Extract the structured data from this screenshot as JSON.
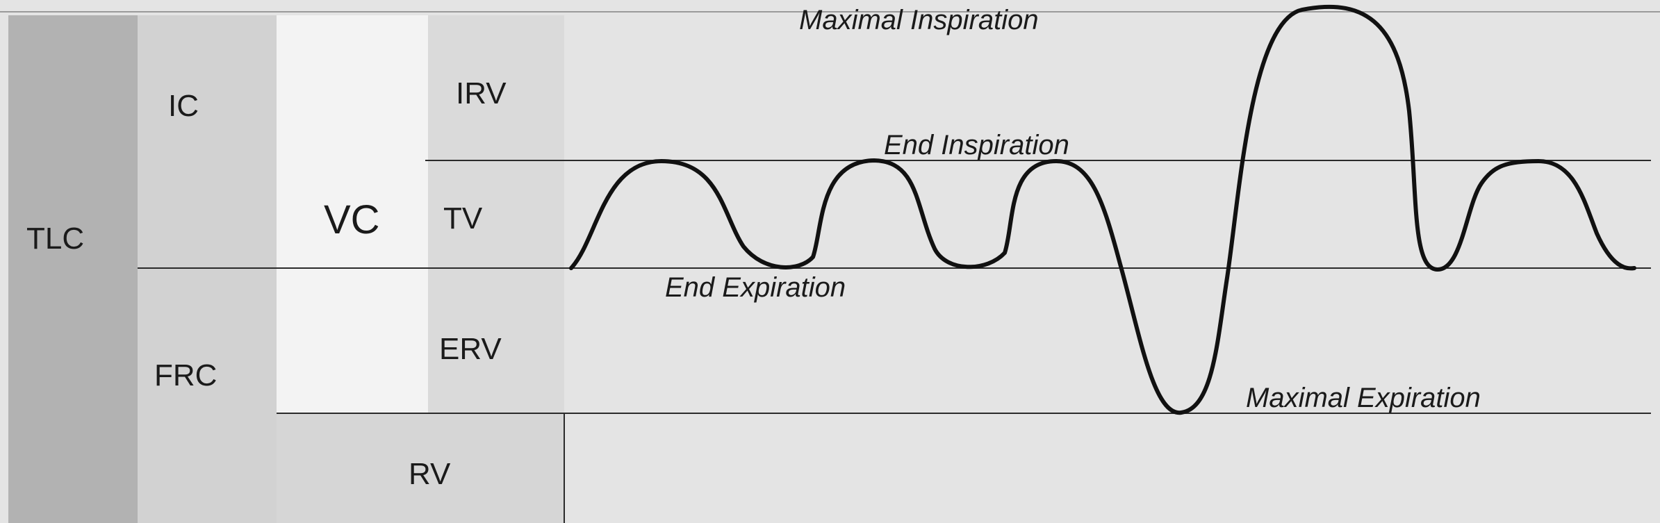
{
  "diagram": {
    "colors": {
      "background": "#e4e4e4",
      "tlc_band": "#b2b2b2",
      "ic_frc_band": "#d2d2d2",
      "vc_band": "#f3f3f3",
      "sub_band": "#dadada",
      "trace": "#111111",
      "lines": "#2a2a2a"
    },
    "volumes": {
      "tlc": "TLC",
      "ic": "IC",
      "frc": "FRC",
      "vc": "VC",
      "irv": "IRV",
      "tv": "TV",
      "erv": "ERV",
      "rv": "RV"
    },
    "annotations": {
      "maximal_inspiration": "Maximal Inspiration",
      "end_inspiration": "End Inspiration",
      "end_expiration": "End Expiration",
      "maximal_expiration": "Maximal Expiration"
    }
  }
}
